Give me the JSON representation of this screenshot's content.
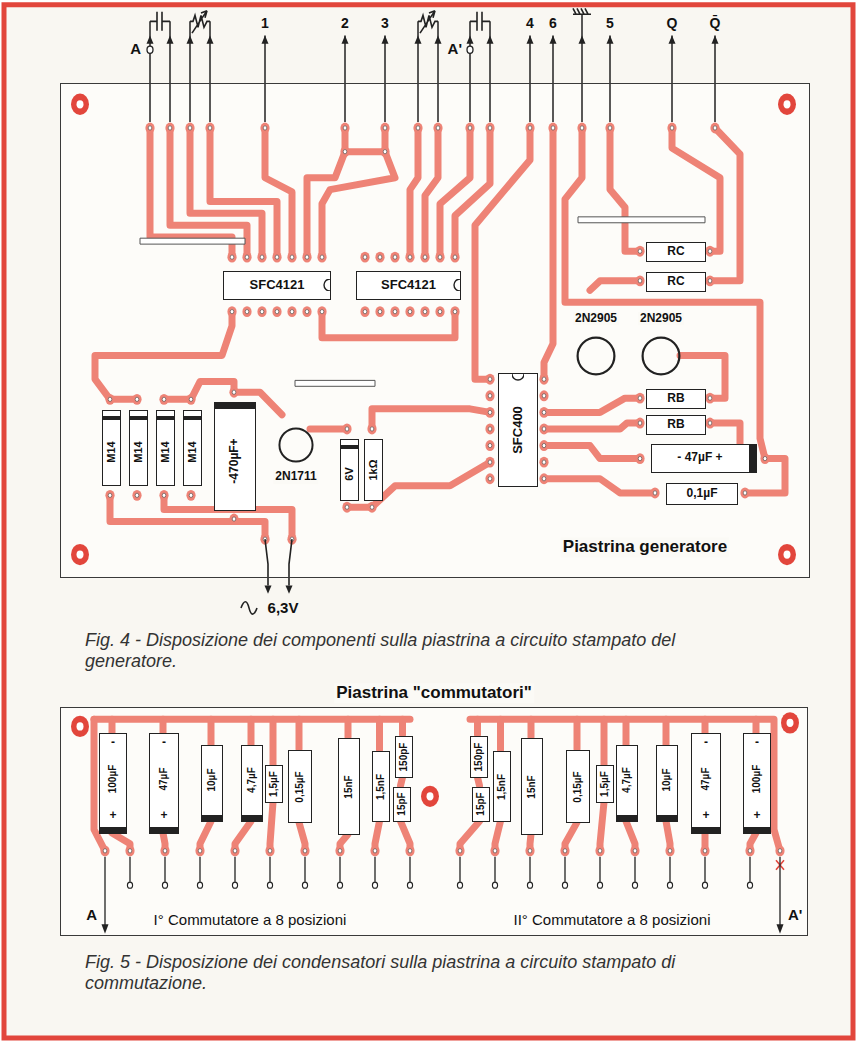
{
  "diagram": {
    "caption": "Fig. 4 - Disposizione dei componenti sulla piastrina a circuito stampato del generatore.",
    "nodes": [
      {
        "text": [
          "Piastrina generatore"
        ]
      },
      {
        "text": [
          "SFC4121"
        ],
        "in": 0
      },
      {
        "text": [
          "SFC4121"
        ],
        "in": 0
      },
      {
        "text": [
          "RC"
        ],
        "in": 0
      },
      {
        "text": [
          "RC"
        ],
        "in": 0
      },
      {
        "text": [
          "2N2905"
        ],
        "in": 0
      },
      {
        "text": [
          "2N2905"
        ],
        "in": 0
      },
      {
        "text": [
          "SFC400"
        ],
        "in": 0
      },
      {
        "text": [
          "RB"
        ],
        "in": 0
      },
      {
        "text": [
          "RB"
        ],
        "in": 0
      },
      {
        "text": [
          "M14"
        ],
        "in": 0
      },
      {
        "text": [
          "M14"
        ],
        "in": 0
      },
      {
        "text": [
          "M14"
        ],
        "in": 0
      },
      {
        "text": [
          "M14"
        ],
        "in": 0
      },
      {
        "text": [
          "-470µF+"
        ],
        "in": 0
      },
      {
        "text": [
          "2N1711"
        ],
        "in": 0
      },
      {
        "text": [
          "6V"
        ],
        "in": 0
      },
      {
        "text": [
          "1kΩ"
        ],
        "in": 0
      },
      {
        "text": [
          "- 47µF +"
        ],
        "in": 0
      },
      {
        "text": [
          "0,1µF"
        ],
        "in": 0
      },
      {
        "text": [
          "Piastrina \"commutatori\""
        ]
      },
      {
        "text": [
          "-",
          "100µF",
          "+"
        ],
        "in": 20
      },
      {
        "text": [
          "-",
          "47µF",
          "+"
        ],
        "in": 20
      },
      {
        "text": [
          "10µF"
        ],
        "in": 20
      },
      {
        "text": [
          "4,7µF"
        ],
        "in": 20
      },
      {
        "text": [
          "1,5µF"
        ],
        "in": 20
      },
      {
        "text": [
          "0,15µF"
        ],
        "in": 20
      },
      {
        "text": [
          "15nF"
        ],
        "in": 20
      },
      {
        "text": [
          "1,5nF"
        ],
        "in": 20
      },
      {
        "text": [
          "150pF"
        ],
        "in": 20
      },
      {
        "text": [
          "15pF"
        ],
        "in": 20
      },
      {
        "text": [
          "150pF"
        ],
        "in": 20
      },
      {
        "text": [
          "15pF"
        ],
        "in": 20
      },
      {
        "text": [
          "1,5nF"
        ],
        "in": 20
      },
      {
        "text": [
          "15nF"
        ],
        "in": 20
      },
      {
        "text": [
          "0,15µF"
        ],
        "in": 20
      },
      {
        "text": [
          "1,5µF"
        ],
        "in": 20
      },
      {
        "text": [
          "4,7µF"
        ],
        "in": 20
      },
      {
        "text": [
          "10µF"
        ],
        "in": 20
      },
      {
        "text": [
          "-",
          "47µF",
          "+"
        ],
        "in": 20
      },
      {
        "text": [
          "-",
          "100µF",
          "+"
        ],
        "in": 20
      }
    ],
    "labels": [
      "A",
      "1",
      "2",
      "3",
      "A'",
      "4",
      "6",
      "5",
      "Q",
      "Q̄",
      "6,3V",
      "A",
      "I° Commutatore a 8 posizioni",
      "II° Commutatore a 8 posizioni",
      "A'",
      "Fig. 5 - Disposizione dei condensatori sulla piastrina a circuito stampato di commutazione."
    ]
  }
}
